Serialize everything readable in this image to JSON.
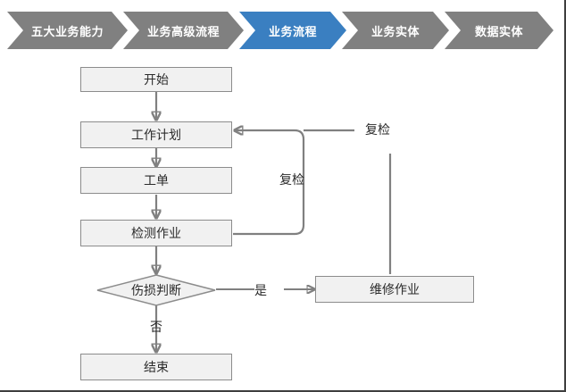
{
  "breadcrumb": {
    "items": [
      {
        "label": "五大业务能力",
        "state": "inactive"
      },
      {
        "label": "业务高级流程",
        "state": "inactive"
      },
      {
        "label": "业务流程",
        "state": "active"
      },
      {
        "label": "业务实体",
        "state": "inactive"
      },
      {
        "label": "数据实体",
        "state": "inactive"
      }
    ],
    "colors": {
      "inactive": "#808080",
      "active": "#3a7fc1",
      "text": "#ffffff"
    }
  },
  "flowchart": {
    "type": "flowchart",
    "colors": {
      "node_fill": "#f1f1f1",
      "node_border": "#8c8c8c",
      "connector": "#808080",
      "text": "#2b2b2b"
    },
    "nodes": [
      {
        "id": "start",
        "shape": "rectangle",
        "label": "开始"
      },
      {
        "id": "work_plan",
        "shape": "rectangle",
        "label": "工作计划"
      },
      {
        "id": "work_order",
        "shape": "rectangle",
        "label": "工单"
      },
      {
        "id": "inspection",
        "shape": "rectangle",
        "label": "检测作业"
      },
      {
        "id": "decision",
        "shape": "diamond",
        "label": "伤损判断"
      },
      {
        "id": "repair",
        "shape": "rectangle",
        "label": "维修作业"
      },
      {
        "id": "end",
        "shape": "rectangle",
        "label": "结束"
      }
    ],
    "edge_labels": {
      "recheck_inner": "复检",
      "recheck_outer": "复检",
      "yes": "是",
      "no": "否"
    },
    "edges": [
      {
        "from": "start",
        "to": "work_plan",
        "label": ""
      },
      {
        "from": "work_plan",
        "to": "work_order",
        "label": ""
      },
      {
        "from": "work_order",
        "to": "inspection",
        "label": ""
      },
      {
        "from": "inspection",
        "to": "decision",
        "label": ""
      },
      {
        "from": "inspection",
        "to": "work_plan",
        "label": "复检"
      },
      {
        "from": "decision",
        "to": "repair",
        "label": "是"
      },
      {
        "from": "decision",
        "to": "end",
        "label": "否"
      },
      {
        "from": "repair",
        "to": "work_plan",
        "label": "复检"
      }
    ]
  }
}
